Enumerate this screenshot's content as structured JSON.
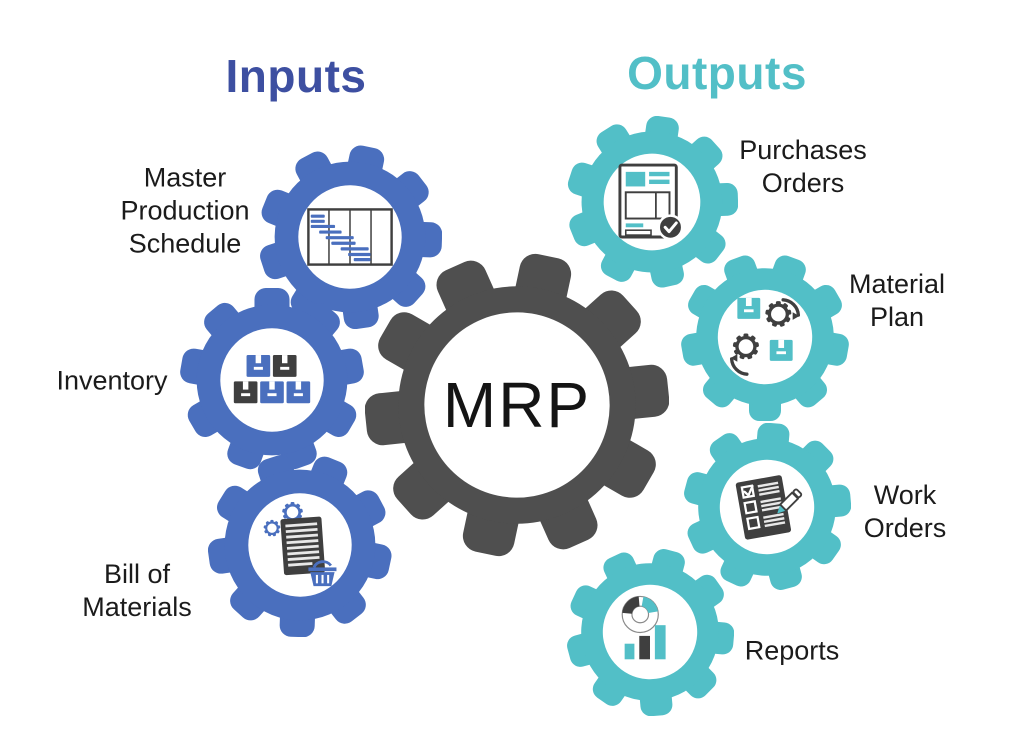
{
  "titles": {
    "inputs": "Inputs",
    "outputs": "Outputs"
  },
  "center_gear": {
    "label": "MRP",
    "icon": "gear-icon"
  },
  "colors": {
    "input_blue": "#4A6FBE",
    "inputs_title_indigo": "#3D4FA1",
    "output_teal": "#52BFC7",
    "center_gray": "#4F4F4F",
    "icon_dark": "#3F3F3F",
    "label_text": "#1B1B1B"
  },
  "inputs": [
    {
      "name": "master-production-schedule",
      "lines": [
        "Master",
        "Production",
        "Schedule"
      ],
      "icon": "gantt-schedule-icon"
    },
    {
      "name": "inventory",
      "lines": [
        "Inventory"
      ],
      "icon": "inventory-boxes-icon"
    },
    {
      "name": "bill-of-materials",
      "lines": [
        "Bill of",
        "Materials"
      ],
      "icon": "document-gears-basket-icon"
    }
  ],
  "outputs": [
    {
      "name": "purchases-orders",
      "lines": [
        "Purchases",
        "Orders"
      ],
      "icon": "purchase-order-check-icon"
    },
    {
      "name": "material-plan",
      "lines": [
        "Material",
        "Plan"
      ],
      "icon": "boxes-gears-cycle-icon"
    },
    {
      "name": "work-orders",
      "lines": [
        "Work",
        "Orders"
      ],
      "icon": "checklist-pen-icon"
    },
    {
      "name": "reports",
      "lines": [
        "Reports"
      ],
      "icon": "donut-bar-chart-icon"
    }
  ]
}
